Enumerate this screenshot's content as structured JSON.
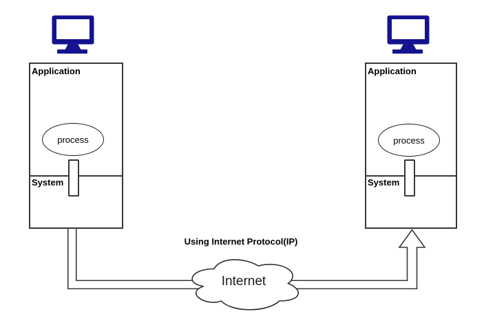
{
  "hosts": {
    "left": {
      "icon": "computer-monitor-icon",
      "application_label": "Application",
      "system_label": "System",
      "process_label": "process"
    },
    "right": {
      "icon": "computer-monitor-icon",
      "application_label": "Application",
      "system_label": "System",
      "process_label": "process"
    }
  },
  "network": {
    "caption": "Using Internet Protocol(IP)",
    "cloud_label": "Internet"
  },
  "colors": {
    "monitor_icon": "#14148F",
    "line": "#383838",
    "text": "#000000",
    "background": "#FFFFFF"
  }
}
